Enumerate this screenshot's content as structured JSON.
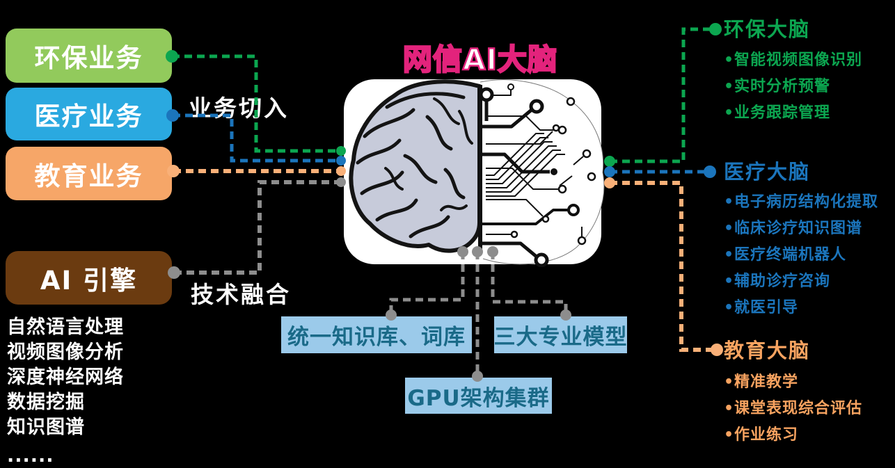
{
  "colors": {
    "background": "#000000",
    "env_box_bg": "#92CA5C",
    "med_box_bg": "#2AA9E0",
    "edu_box_bg": "#F6A668",
    "ai_box_bg": "#6B3B10",
    "green_accent": "#0CA650",
    "blue_accent": "#1B75BC",
    "orange_accent": "#F8A360",
    "orange_line": "#F9B078",
    "gray_line": "#8D8D8D",
    "title_fill": "#FFFFFF",
    "title_stroke": "#E3237C",
    "bottom_box_bg": "#9BCAEA",
    "bottom_box_text": "#1A6A88",
    "brain_fill": "#C7CBDA"
  },
  "title": "网信AI大脑",
  "left_panel": {
    "boxes": [
      {
        "label": "环保业务"
      },
      {
        "label": "医疗业务"
      },
      {
        "label": "教育业务"
      },
      {
        "label": "AI 引擎"
      }
    ],
    "capabilities": [
      "自然语言处理",
      "视频图像分析",
      "深度神经网络",
      "数据挖掘",
      "知识图谱",
      "......"
    ]
  },
  "flow_labels": {
    "business_entry": "业务切入",
    "tech_fusion": "技术融合"
  },
  "center": {
    "bottom_boxes": [
      {
        "label": "统一知识库、词库"
      },
      {
        "label": "三大专业模型"
      },
      {
        "label": "GPU架构集群"
      }
    ]
  },
  "right_panel": {
    "sections": [
      {
        "title": "环保大脑",
        "items": [
          "•智能视频图像识别",
          "•实时分析预警",
          "•业务跟踪管理"
        ]
      },
      {
        "title": "医疗大脑",
        "items": [
          "•电子病历结构化提取",
          "•临床诊疗知识图谱",
          "•医疗终端机器人",
          "•辅助诊疗咨询",
          "•就医引导"
        ]
      },
      {
        "title": "教育大脑",
        "items": [
          "•精准教学",
          "•课堂表现综合评估",
          "•作业练习"
        ]
      }
    ]
  }
}
